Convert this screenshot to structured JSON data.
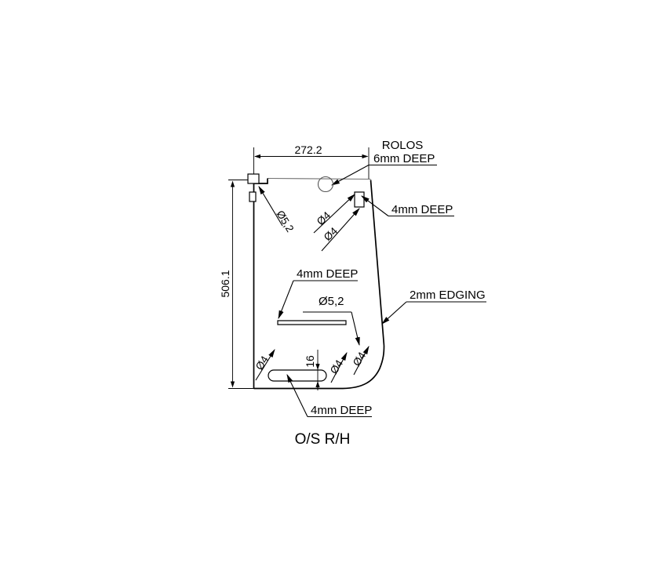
{
  "drawing": {
    "title": "O/S R/H",
    "dimensions": {
      "width_label": "272.2",
      "height_label": "506.1",
      "slot_offset_label": "16"
    },
    "annotations": {
      "rolos": "ROLOS",
      "rolos_depth": "6mm DEEP",
      "top_right_depth": "4mm DEEP",
      "edging": "2mm EDGING",
      "mid_slot_depth": "4mm DEEP",
      "bottom_slot_depth": "4mm DEEP"
    },
    "hole_callouts": {
      "top_left_dia": "Ø5,2",
      "upper_dia_a": "Ø4",
      "upper_dia_b": "Ø4",
      "mid_dia": "Ø5,2",
      "lower_dia_left": "Ø4",
      "lower_dia_mid": "Ø4",
      "lower_dia_right": "Ø4"
    },
    "colors": {
      "line": "#000000",
      "thin_line": "#6f6f6f",
      "background": "#ffffff"
    }
  }
}
